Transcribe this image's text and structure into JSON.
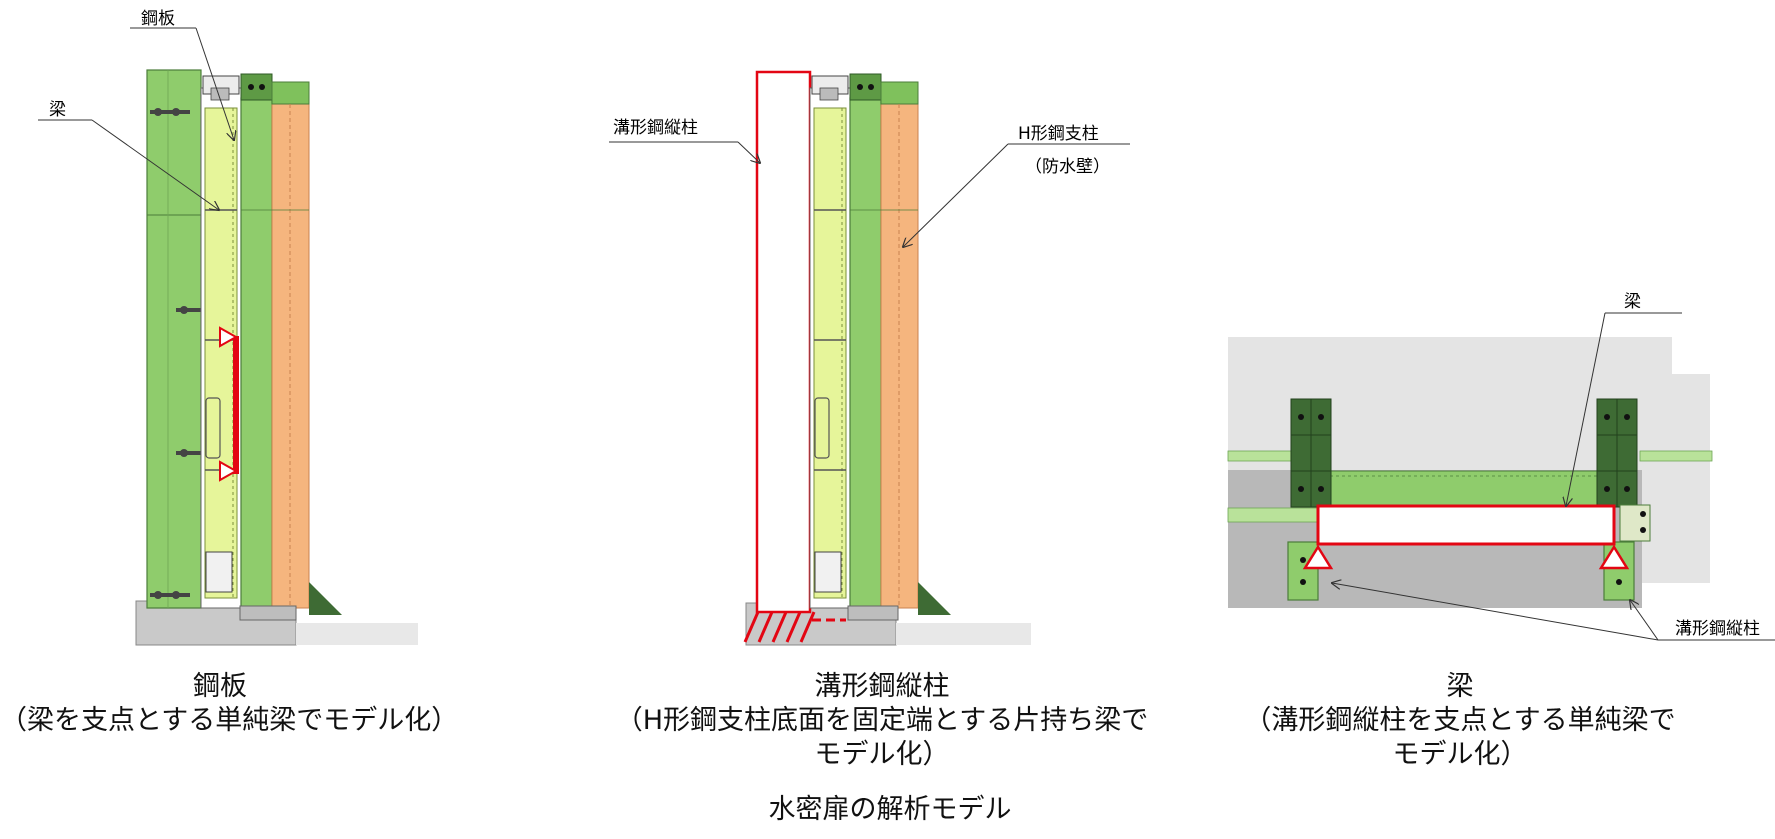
{
  "figure_title": "水密扉の解析モデル",
  "panels": [
    {
      "id": "steel-plate",
      "callouts": {
        "steel_plate": "鋼板",
        "beam": "梁"
      },
      "caption": [
        "鋼板",
        "（梁を支点とする単純梁でモデル化）"
      ]
    },
    {
      "id": "channel-column",
      "callouts": {
        "channel_column": "溝形鋼縦柱",
        "h_column": "H形鋼支柱",
        "h_column_sub": "（防水壁）"
      },
      "caption": [
        "溝形鋼縦柱",
        "（H形鋼支柱底面を固定端とする片持ち梁で",
        "モデル化）"
      ]
    },
    {
      "id": "beam",
      "callouts": {
        "beam": "梁",
        "channel_column": "溝形鋼縦柱"
      },
      "caption": [
        "梁",
        "（溝形鋼縦柱を支点とする単純梁で",
        "モデル化）"
      ]
    }
  ],
  "colors": {
    "green": "#8fcc6c",
    "light_green": "#b9e29a",
    "yellow_green": "#e6f59a",
    "dark_green": "#3e6b34",
    "orange": "#f5b57e",
    "concrete": "#c7c7c7",
    "slab": "#e4e4e4",
    "support_red": "#e30613"
  }
}
